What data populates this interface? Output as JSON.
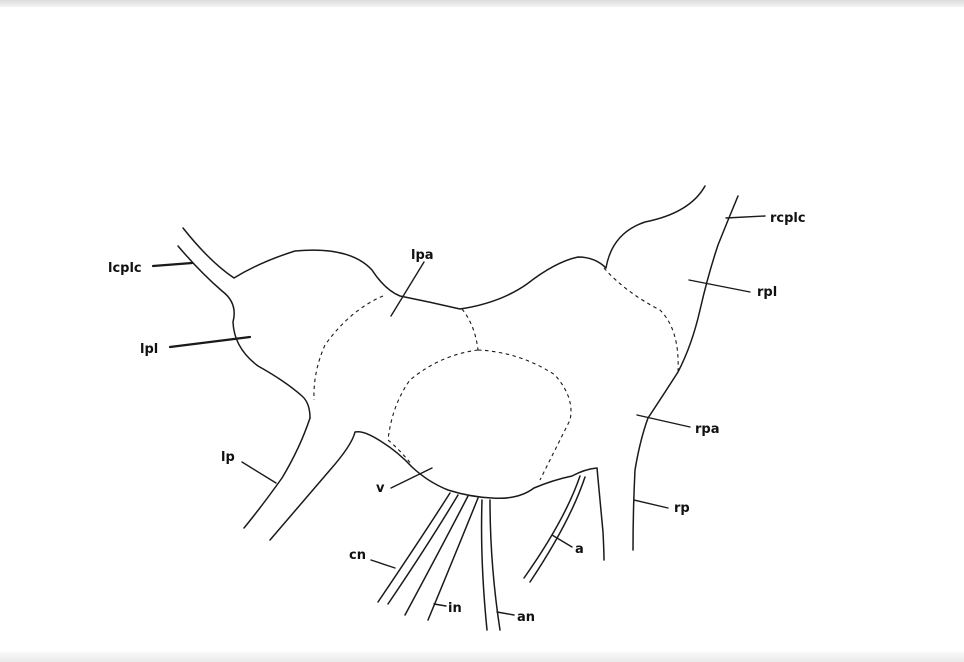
{
  "diagram": {
    "labels": {
      "lcplc": "lcplc",
      "lpl": "lpl",
      "lpa": "lpa",
      "lp": "lp",
      "v": "v",
      "cn": "cn",
      "in": "in",
      "an": "an",
      "a": "a",
      "rp": "rp",
      "rpa": "rpa",
      "rpl": "rpl",
      "rcplc": "rcplc"
    }
  }
}
